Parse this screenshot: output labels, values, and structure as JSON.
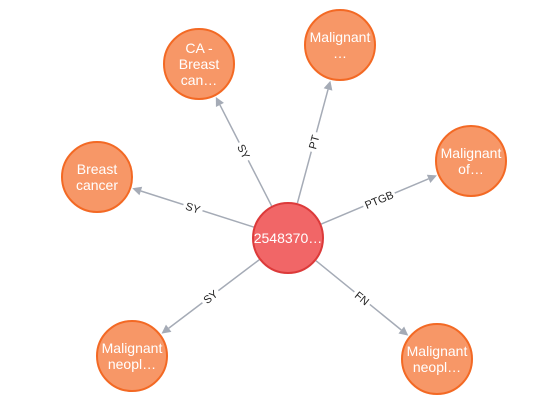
{
  "graph": {
    "center": {
      "id": "center",
      "caption_lines": [
        "2548370…"
      ],
      "fill": "#f16667",
      "stroke": "#dc3a3a"
    },
    "neighbor_style": {
      "fill": "#f79767",
      "stroke": "#f36924"
    },
    "edge_color": "#a5abb6",
    "nodes": [
      {
        "id": "n-ca-breast",
        "caption_lines": [
          "CA -",
          "Breast",
          "can…"
        ]
      },
      {
        "id": "n-malignant-top",
        "caption_lines": [
          "Malignant",
          "…"
        ]
      },
      {
        "id": "n-malignant-of",
        "caption_lines": [
          "Malignant",
          "of…"
        ]
      },
      {
        "id": "n-breast-cancer",
        "caption_lines": [
          "Breast",
          "cancer"
        ]
      },
      {
        "id": "n-malignant-neopl-left",
        "caption_lines": [
          "Malignant",
          "neopl…"
        ]
      },
      {
        "id": "n-malignant-neopl-right",
        "caption_lines": [
          "Malignant",
          "neopl…"
        ]
      }
    ],
    "edges": [
      {
        "to": "n-ca-breast",
        "label": "SY"
      },
      {
        "to": "n-malignant-top",
        "label": "PT"
      },
      {
        "to": "n-malignant-of",
        "label": "PTGB"
      },
      {
        "to": "n-breast-cancer",
        "label": "SY"
      },
      {
        "to": "n-malignant-neopl-left",
        "label": "SY"
      },
      {
        "to": "n-malignant-neopl-right",
        "label": "FN"
      }
    ]
  }
}
